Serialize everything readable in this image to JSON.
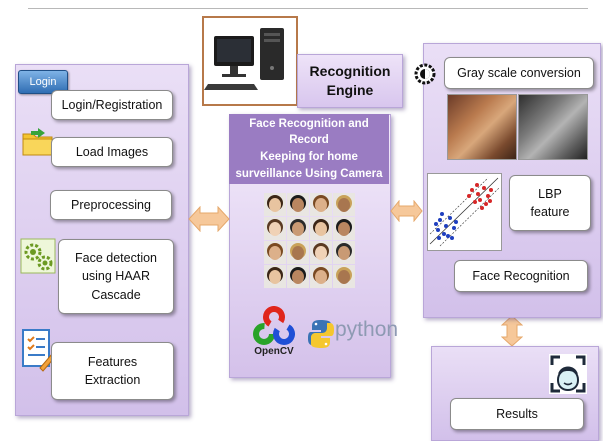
{
  "left_panel": {
    "login_tag": "Login",
    "steps": [
      {
        "label": "Login/Registration"
      },
      {
        "label": "Load Images"
      },
      {
        "label": "Preprocessing"
      },
      {
        "label": "Face detection\nusing HAAR\nCascade"
      },
      {
        "label": "Features\nExtraction"
      }
    ]
  },
  "engine": {
    "label": "Recognition\nEngine",
    "icon": "computer-icon"
  },
  "center": {
    "title": "Face Recognition and Record\nKeeping for home\nsurveillance Using Camera",
    "opencv_label": "OpenCV",
    "python_label": "python"
  },
  "right_panel": {
    "steps": [
      {
        "label": "Gray scale conversion"
      },
      {
        "label": "LBP\nfeature"
      },
      {
        "label": "Face Recognition"
      }
    ]
  },
  "results": {
    "label": "Results",
    "icon": "face-scan-icon"
  },
  "colors": {
    "panel": "#d9c9ee",
    "center_header": "#9a7cc2",
    "arrow": "#f6c89a",
    "opencv_red": "#e0261b",
    "opencv_green": "#29a329",
    "opencv_blue": "#1f4fd6",
    "python_blue": "#3a73b5",
    "python_yellow": "#f5c72e"
  }
}
